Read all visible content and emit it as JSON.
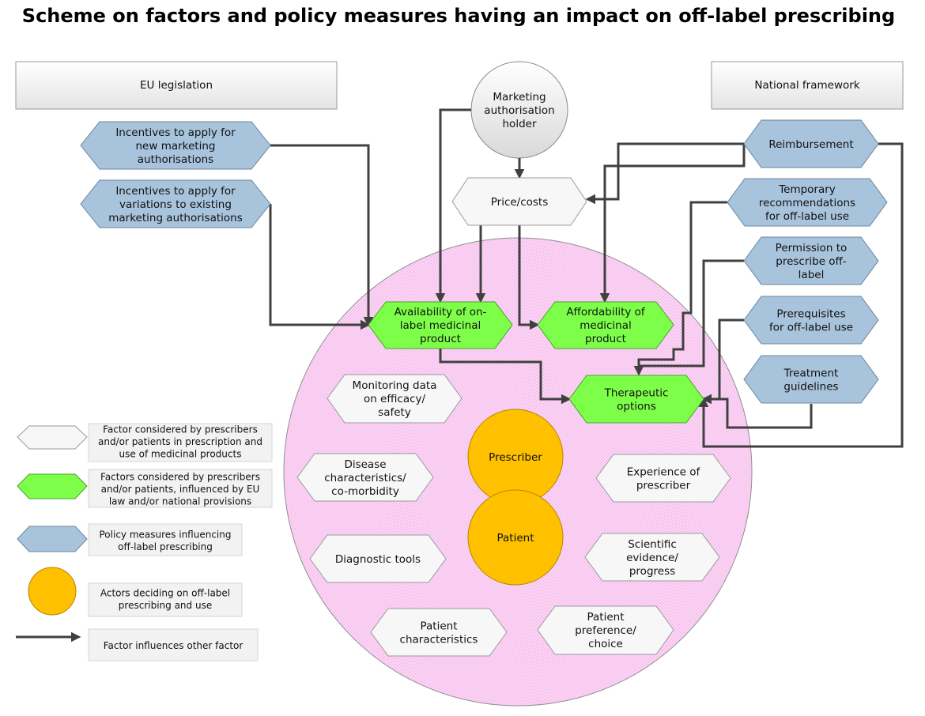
{
  "title": "Scheme on factors and policy measures having an impact on off-label prescribing",
  "colors": {
    "policy_fill": "#a8c3dc",
    "policy_stroke": "#6c849d",
    "green_fill": "#7dff4a",
    "green_stroke": "#4aa02c",
    "white_fill": "#f7f7f7",
    "white_stroke": "#9a9a9a",
    "actor_fill": "#ffc000",
    "actor_stroke": "#b58500",
    "circle_fill": "#fbd6f4",
    "arrow": "#404040"
  },
  "frames": {
    "eu": "EU legislation",
    "national": "National framework"
  },
  "nodes": {
    "mah": [
      "Marketing",
      "authorisation",
      "holder"
    ],
    "price": [
      "Price/costs"
    ],
    "inc_new": [
      "Incentives to apply for",
      "new marketing",
      "authorisations"
    ],
    "inc_var": [
      "Incentives to apply for",
      "variations to existing",
      "marketing authorisations"
    ],
    "reimb": [
      "Reimbursement"
    ],
    "temp_rec": [
      "Temporary",
      "recommendations",
      "for off-label use"
    ],
    "permission": [
      "Permission to",
      "prescribe off-",
      "label"
    ],
    "prereq": [
      "Prerequisites",
      "for off-label use"
    ],
    "treat_guide": [
      "Treatment",
      "guidelines"
    ],
    "availability": [
      "Availability of on-",
      "label medicinal",
      "product"
    ],
    "affordability": [
      "Affordability of",
      "medicinal",
      "product"
    ],
    "therapeutic": [
      "Therapeutic",
      "options"
    ],
    "monitoring": [
      "Monitoring data",
      "on efficacy/",
      "safety"
    ],
    "disease": [
      "Disease",
      "characteristics/",
      "co-morbidity"
    ],
    "diagnostic": [
      "Diagnostic tools"
    ],
    "patient_char": [
      "Patient",
      "characteristics"
    ],
    "experience": [
      "Experience of",
      "prescriber"
    ],
    "scientific": [
      "Scientific",
      "evidence/",
      "progress"
    ],
    "preference": [
      "Patient",
      "preference/",
      "choice"
    ],
    "prescriber": [
      "Prescriber"
    ],
    "patient": [
      "Patient"
    ]
  },
  "legend": {
    "white": [
      "Factor considered by prescribers",
      "and/or patients in prescription and",
      "use of medicinal products"
    ],
    "green": [
      "Factors considered by prescribers",
      "and/or patients, influenced by EU",
      "law and/or national provisions"
    ],
    "policy": [
      "Policy measures influencing",
      "off-label prescribing"
    ],
    "actor": [
      "Actors deciding on off-label",
      "prescribing and use"
    ],
    "arrow": [
      "Factor influences other factor"
    ]
  }
}
